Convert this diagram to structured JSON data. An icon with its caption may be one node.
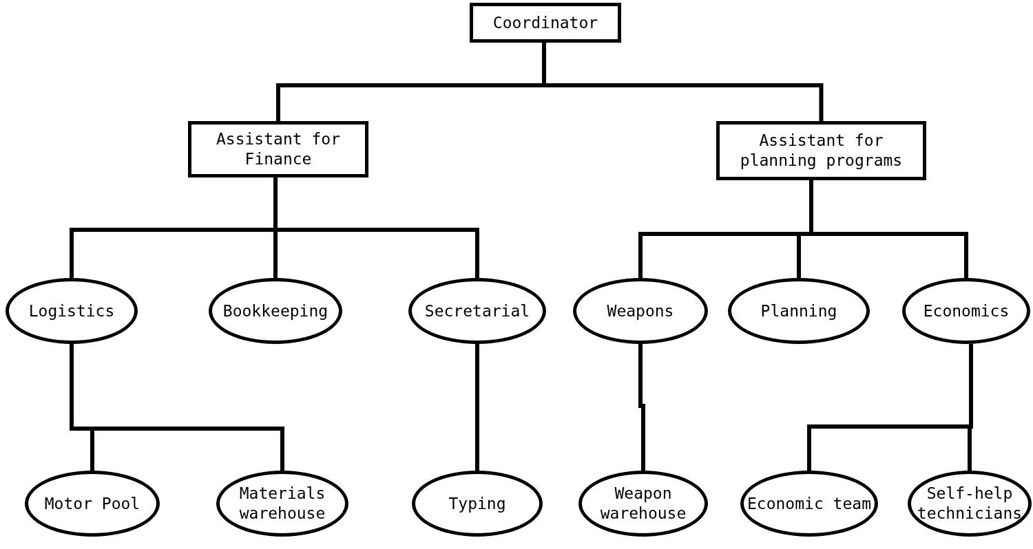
{
  "diagram": {
    "nodes": [
      {
        "text": [
          "Coordinator"
        ]
      },
      {
        "text": [
          "Assistant for Finance"
        ]
      },
      {
        "text": [
          "Assistant for planning programs"
        ]
      },
      {
        "text": [
          "Logistics"
        ]
      },
      {
        "text": [
          "Bookkeeping"
        ]
      },
      {
        "text": [
          "Secretarial"
        ]
      },
      {
        "text": [
          "Weapons"
        ]
      },
      {
        "text": [
          "Planning"
        ]
      },
      {
        "text": [
          "Economics"
        ]
      },
      {
        "text": [
          "Motor Pool"
        ]
      },
      {
        "text": [
          "Materials warehouse"
        ]
      },
      {
        "text": [
          "Typing"
        ]
      },
      {
        "text": [
          "Weapon warehouse"
        ]
      },
      {
        "text": [
          "Economic team"
        ]
      },
      {
        "text": [
          "Self-help technicians"
        ]
      }
    ],
    "edges": [
      {
        "from": 0,
        "to": 1,
        "arrow": "none"
      },
      {
        "from": 0,
        "to": 2,
        "arrow": "none"
      },
      {
        "from": 1,
        "to": 3,
        "arrow": "none"
      },
      {
        "from": 1,
        "to": 4,
        "arrow": "none"
      },
      {
        "from": 1,
        "to": 5,
        "arrow": "none"
      },
      {
        "from": 2,
        "to": 6,
        "arrow": "none"
      },
      {
        "from": 2,
        "to": 7,
        "arrow": "none"
      },
      {
        "from": 2,
        "to": 8,
        "arrow": "none"
      },
      {
        "from": 3,
        "to": 9,
        "arrow": "none"
      },
      {
        "from": 3,
        "to": 10,
        "arrow": "none"
      },
      {
        "from": 5,
        "to": 11,
        "arrow": "none"
      },
      {
        "from": 6,
        "to": 12,
        "arrow": "none"
      },
      {
        "from": 8,
        "to": 13,
        "arrow": "none"
      },
      {
        "from": 8,
        "to": 14,
        "arrow": "none"
      }
    ]
  }
}
